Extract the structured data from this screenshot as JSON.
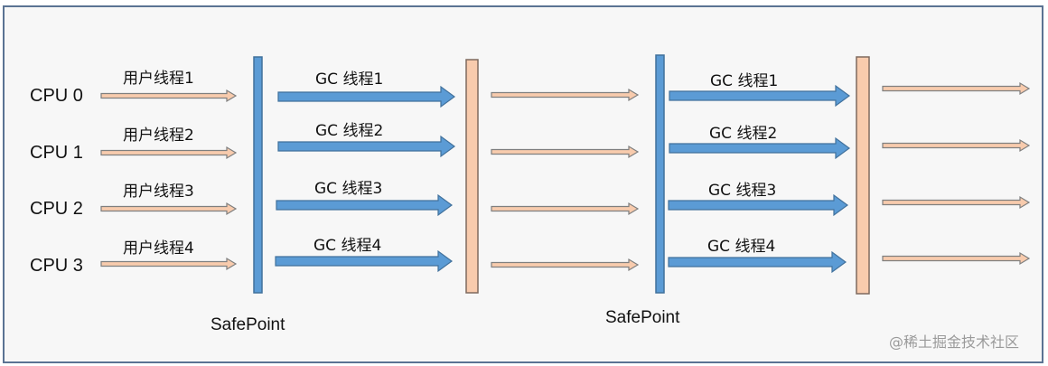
{
  "cpus": [
    {
      "label": "CPU 0",
      "user_thread": "用户线程1",
      "gc_thread_first": "GC 线程1",
      "gc_thread_second": "GC 线程1"
    },
    {
      "label": "CPU 1",
      "user_thread": "用户线程2",
      "gc_thread_first": "GC 线程2",
      "gc_thread_second": "GC 线程2"
    },
    {
      "label": "CPU 2",
      "user_thread": "用户线程3",
      "gc_thread_first": "GC 线程3",
      "gc_thread_second": "GC 线程3"
    },
    {
      "label": "CPU 3",
      "user_thread": "用户线程4",
      "gc_thread_first": "GC 线程4",
      "gc_thread_second": "GC 线程4"
    }
  ],
  "safepoint_labels": [
    "SafePoint",
    "SafePoint"
  ],
  "watermark": "@稀土掘金技术社区",
  "colors": {
    "frame_border": "#5b7393",
    "gc_arrow_fill": "#5b9bd5",
    "gc_arrow_stroke": "#41719c",
    "user_arrow_fill": "#f8cbad",
    "user_arrow_stroke": "#7f7f7f",
    "safepoint_bar": "#5b9bd5",
    "resume_bar": "#f8cbad"
  }
}
